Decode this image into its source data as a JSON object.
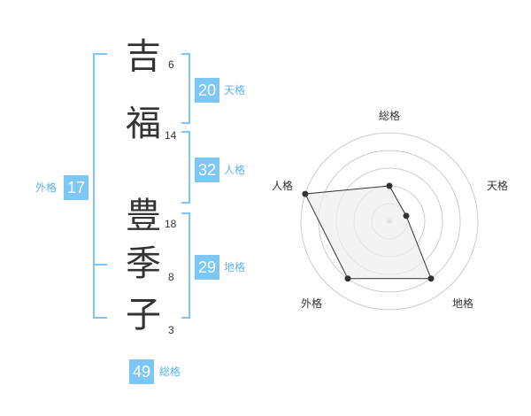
{
  "name": {
    "chars": [
      {
        "char": "吉",
        "strokes": "6"
      },
      {
        "char": "福",
        "strokes": "14"
      },
      {
        "char": "豊",
        "strokes": "18"
      },
      {
        "char": "季",
        "strokes": "8"
      },
      {
        "char": "子",
        "strokes": "3"
      }
    ]
  },
  "kaku": {
    "tenkaku": {
      "label": "天格",
      "value": "20"
    },
    "jinkaku": {
      "label": "人格",
      "value": "32"
    },
    "chikaku": {
      "label": "地格",
      "value": "29"
    },
    "gaikaku": {
      "label": "外格",
      "value": "17"
    },
    "soukaku": {
      "label": "総格",
      "value": "49"
    }
  },
  "chart_data": {
    "type": "radar",
    "axes": [
      "総格",
      "天格",
      "地格",
      "外格",
      "人格"
    ],
    "values": [
      2,
      1,
      4,
      4,
      5
    ],
    "max": 5,
    "rings": 5,
    "colors": {
      "fill": "#eeeeee",
      "stroke": "#333333",
      "grid": "#cccccc",
      "accent": "#7cc7f5"
    }
  }
}
